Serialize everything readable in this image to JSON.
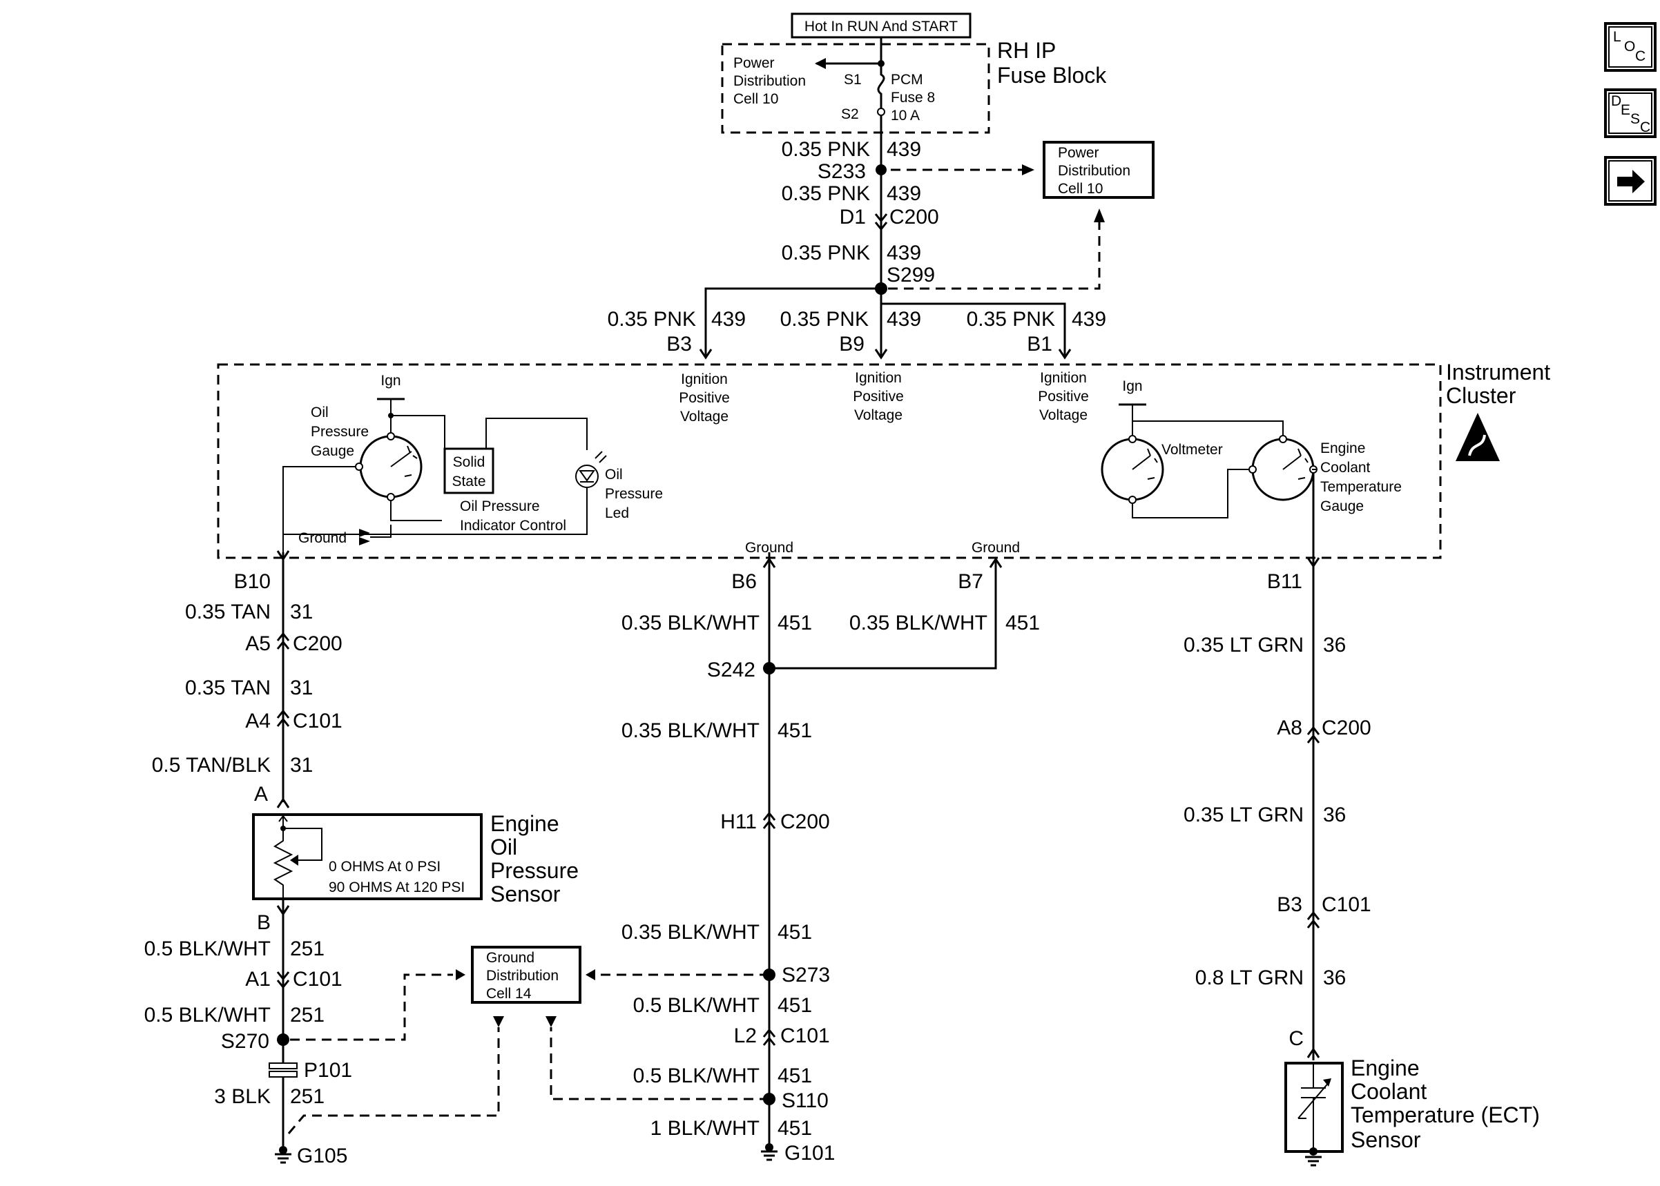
{
  "nav": {
    "loc": {
      "l": "L",
      "o": "O",
      "c": "C"
    },
    "desc": {
      "d": "D",
      "e": "E",
      "s": "S",
      "c": "C"
    }
  },
  "top": {
    "hot_label": "Hot In RUN And START",
    "fuse_block": [
      "RH IP",
      "Fuse Block"
    ],
    "pd_cell": [
      "Power",
      "Distribution",
      "Cell 10"
    ],
    "s1": "S1",
    "s2": "S2",
    "fuse": [
      "PCM",
      "Fuse 8",
      "10 A"
    ],
    "pd_cell_right": [
      "Power",
      "Distribution",
      "Cell 10"
    ]
  },
  "wires": {
    "pnk": "0.35 PNK",
    "c439": "439",
    "s233": "S233",
    "d1": "D1",
    "c200": "C200",
    "s299": "S299",
    "b3": "B3",
    "b9": "B9",
    "b1": "B1"
  },
  "cluster": {
    "name": [
      "Instrument",
      "Cluster"
    ],
    "ign": "Ign",
    "ign_pos_v": [
      "Ignition",
      "Positive",
      "Voltage"
    ],
    "oil_gauge": [
      "Oil",
      "Pressure",
      "Gauge"
    ],
    "solid_state": [
      "Solid",
      "State"
    ],
    "oil_led": [
      "Oil",
      "Pressure",
      "Led"
    ],
    "oil_ind": [
      "Oil Pressure",
      "Indicator Control"
    ],
    "ground": "Ground",
    "voltmeter": "Voltmeter",
    "ect_gauge": [
      "Engine",
      "Coolant",
      "Temperature",
      "Gauge"
    ]
  },
  "left": {
    "b10": "B10",
    "tan035": "0.35 TAN",
    "c31": "31",
    "a5": "A5",
    "c200": "C200",
    "a4": "A4",
    "c101": "C101",
    "tanblk": "0.5 TAN/BLK",
    "a": "A",
    "sensor": [
      "Engine",
      "Oil",
      "Pressure",
      "Sensor"
    ],
    "ohms": [
      "0 OHMS At 0 PSI",
      "90 OHMS At 120 PSI"
    ],
    "b": "B",
    "blkwht05": "0.5 BLK/WHT",
    "c251": "251",
    "a1": "A1",
    "s270": "S270",
    "p101": "P101",
    "blk3": "3 BLK",
    "g105": "G105"
  },
  "middle": {
    "b6": "B6",
    "b7": "B7",
    "blkwht035": "0.35 BLK/WHT",
    "c451": "451",
    "s242": "S242",
    "h11": "H11",
    "c200": "C200",
    "s273": "S273",
    "gd_cell": [
      "Ground",
      "Distribution",
      "Cell 14"
    ],
    "blkwht05": "0.5 BLK/WHT",
    "l2": "L2",
    "c101": "C101",
    "s110": "S110",
    "blkwht1": "1 BLK/WHT",
    "g101": "G101"
  },
  "right": {
    "b11": "B11",
    "ltgrn035": "0.35 LT GRN",
    "c36": "36",
    "a8": "A8",
    "c200": "C200",
    "b3": "B3",
    "c101": "C101",
    "ltgrn08": "0.8 LT GRN",
    "c": "C",
    "sensor": [
      "Engine",
      "Coolant",
      "Temperature (ECT)",
      "Sensor"
    ]
  }
}
